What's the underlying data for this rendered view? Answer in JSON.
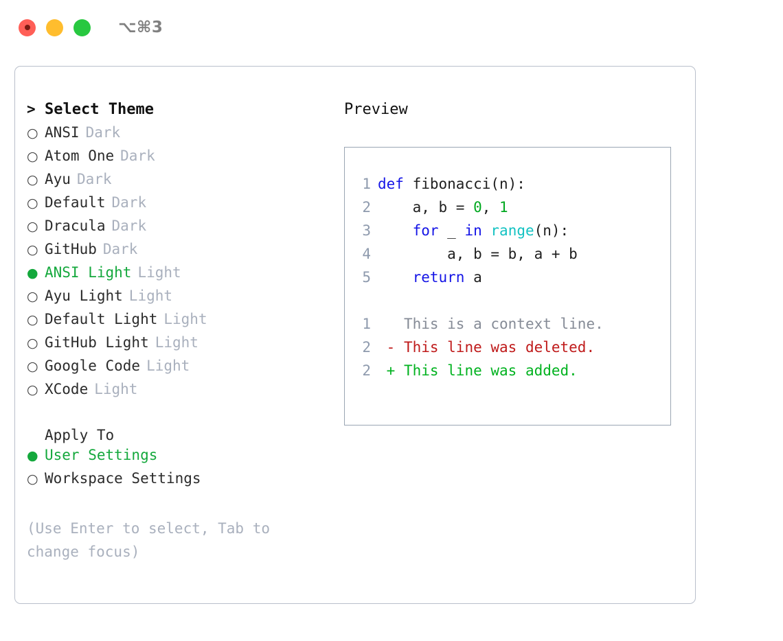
{
  "window": {
    "shortcut_label": "⌥⌘3",
    "traffic_lights": [
      {
        "name": "close",
        "color": "#ff5f57"
      },
      {
        "name": "minimize",
        "color": "#ffbd2e"
      },
      {
        "name": "maximize",
        "color": "#28c840"
      }
    ]
  },
  "theme_panel": {
    "caret": ">",
    "header": "Select Theme",
    "bullet_unselected": "○",
    "bullet_selected": "●",
    "items": [
      {
        "name": "ANSI",
        "kind": "Dark",
        "selected": false
      },
      {
        "name": "Atom One",
        "kind": "Dark",
        "selected": false
      },
      {
        "name": "Ayu",
        "kind": "Dark",
        "selected": false
      },
      {
        "name": "Default",
        "kind": "Dark",
        "selected": false
      },
      {
        "name": "Dracula",
        "kind": "Dark",
        "selected": false
      },
      {
        "name": "GitHub",
        "kind": "Dark",
        "selected": false
      },
      {
        "name": "ANSI Light",
        "kind": "Light",
        "selected": true
      },
      {
        "name": "Ayu Light",
        "kind": "Light",
        "selected": false
      },
      {
        "name": "Default Light",
        "kind": "Light",
        "selected": false
      },
      {
        "name": "GitHub Light",
        "kind": "Light",
        "selected": false
      },
      {
        "name": "Google Code",
        "kind": "Light",
        "selected": false
      },
      {
        "name": "XCode",
        "kind": "Light",
        "selected": false
      }
    ]
  },
  "apply_to": {
    "header": "Apply To",
    "options": [
      {
        "label": "User Settings",
        "selected": true
      },
      {
        "label": "Workspace Settings",
        "selected": false
      }
    ]
  },
  "hint": "(Use Enter to select, Tab to change focus)",
  "preview": {
    "header": "Preview",
    "code_lines": [
      {
        "number": "1",
        "tokens": [
          {
            "text": "def ",
            "type": "kw"
          },
          {
            "text": "fibonacci(n):",
            "type": "plain"
          }
        ]
      },
      {
        "number": "2",
        "tokens": [
          {
            "text": "    a, b = ",
            "type": "plain"
          },
          {
            "text": "0",
            "type": "num"
          },
          {
            "text": ", ",
            "type": "plain"
          },
          {
            "text": "1",
            "type": "num"
          }
        ]
      },
      {
        "number": "3",
        "tokens": [
          {
            "text": "    ",
            "type": "plain"
          },
          {
            "text": "for",
            "type": "kw"
          },
          {
            "text": " _ ",
            "type": "plain"
          },
          {
            "text": "in",
            "type": "kw"
          },
          {
            "text": " ",
            "type": "plain"
          },
          {
            "text": "range",
            "type": "built"
          },
          {
            "text": "(n):",
            "type": "plain"
          }
        ]
      },
      {
        "number": "4",
        "tokens": [
          {
            "text": "        a, b = b, a + b",
            "type": "plain"
          }
        ]
      },
      {
        "number": "5",
        "tokens": [
          {
            "text": "    ",
            "type": "plain"
          },
          {
            "text": "return",
            "type": "kw"
          },
          {
            "text": " a",
            "type": "plain"
          }
        ]
      }
    ],
    "diff_lines": [
      {
        "number": "1",
        "marker": " ",
        "text": "This is a context line.",
        "type": "context"
      },
      {
        "number": "2",
        "marker": "-",
        "text": "This line was deleted.",
        "type": "deleted"
      },
      {
        "number": "2",
        "marker": "+",
        "text": "This line was added.",
        "type": "added"
      }
    ]
  },
  "colors": {
    "accent_green": "#14a83c",
    "muted": "#a9b0bd",
    "line_number": "#8e9aad",
    "keyword": "#1414e6",
    "builtin": "#13c2c2",
    "number": "#00a81f",
    "diff_context": "#858b96",
    "diff_deleted": "#bf1a1a",
    "diff_added": "#00b21f",
    "panel_border": "#9aa5b3",
    "frame_border": "#b9bfcb"
  }
}
